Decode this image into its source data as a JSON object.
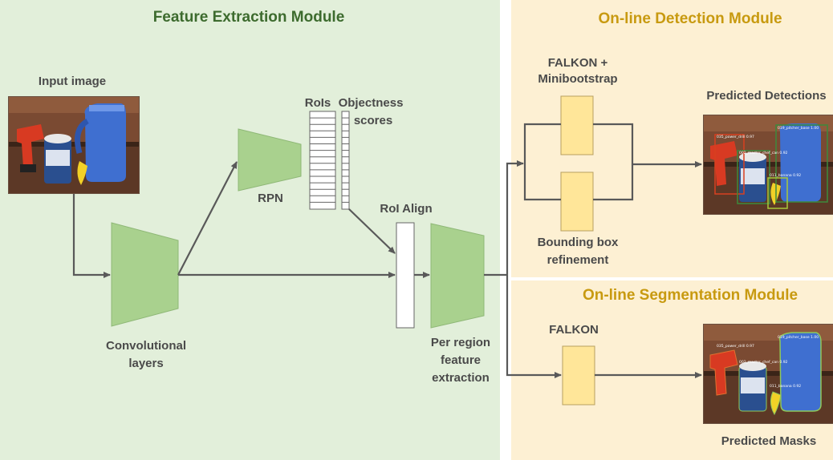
{
  "modules": {
    "feature_extraction": {
      "title": "Feature Extraction Module",
      "color": "#3d6b2e"
    },
    "detection": {
      "title": "On-line Detection Module",
      "color": "#c89a10"
    },
    "segmentation": {
      "title": "On-line Segmentation Module",
      "color": "#c89a10"
    }
  },
  "labels": {
    "input_image": "Input image",
    "rpn": "RPN",
    "rois": "RoIs",
    "objectness_1": "Objectness",
    "objectness_2": "scores",
    "roi_align": "RoI Align",
    "conv_1": "Convolutional",
    "conv_2": "layers",
    "per_region_1": "Per region",
    "per_region_2": "feature",
    "per_region_3": "extraction",
    "falkon_mini_1": "FALKON +",
    "falkon_mini_2": "Minibootstrap",
    "bbox_1": "Bounding box",
    "bbox_2": "refinement",
    "predicted_detections": "Predicted Detections",
    "falkon": "FALKON",
    "predicted_masks": "Predicted Masks"
  },
  "photo_annotations": {
    "det_power_drill": "035_power_drill 0.97",
    "det_pitcher": "019_pitcher_base 1.00",
    "det_chef_can": "002_master_chef_can 0.92",
    "det_banana": "011_banana 0.92",
    "mask_power_drill": "035_power_drill 0.97",
    "mask_pitcher": "019_pitcher_base 1.00",
    "mask_chef_can": "002_master_chef_can 0.92",
    "mask_banana": "011_banana 0.92"
  },
  "colors": {
    "feature_bg": "#e2efda",
    "module_bg": "#fdf0d3",
    "green_block": "#a9d18e",
    "yellow_block": "#ffe699",
    "arrow": "#595959"
  }
}
